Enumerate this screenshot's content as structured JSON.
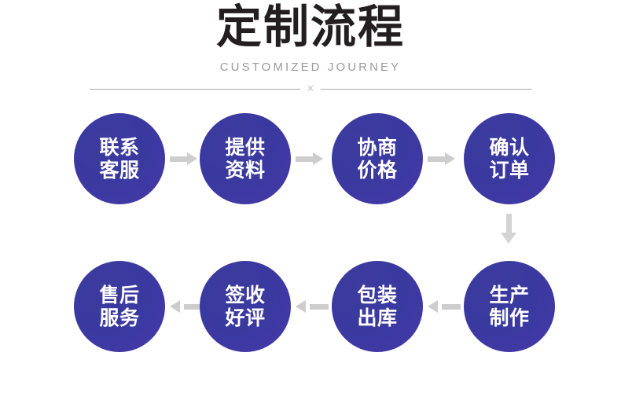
{
  "header": {
    "title": "定制流程",
    "subtitle": "CUSTOMIZED JOURNEY",
    "divider_mark": "×"
  },
  "colors": {
    "node_fill": "#3b3a9f",
    "node_fill_light": "#4b3fa8",
    "node_text": "#ffffff",
    "arrow": "#cdcdcd",
    "arrow_down": "#d4d4d4",
    "title_text": "#231f20",
    "subtitle_text": "#9a9a9a",
    "divider_line": "#a8a8a8",
    "background": "#ffffff"
  },
  "flow": {
    "row1": {
      "direction": "left-to-right",
      "nodes": [
        {
          "label": "联系\n客服",
          "step": 1
        },
        {
          "label": "提供\n资料",
          "step": 2
        },
        {
          "label": "协商\n价格",
          "step": 3
        },
        {
          "label": "确认\n订单",
          "step": 4
        }
      ],
      "arrows": [
        "right-arrow",
        "right-arrow",
        "right-arrow"
      ]
    },
    "connector": {
      "icon": "down-arrow"
    },
    "row2": {
      "direction": "right-to-left",
      "nodes": [
        {
          "label": "售后\n服务",
          "step": 8
        },
        {
          "label": "签收\n好评",
          "step": 7
        },
        {
          "label": "包装\n出库",
          "step": 6
        },
        {
          "label": "生产\n制作",
          "step": 5
        }
      ],
      "arrows": [
        "left-arrow",
        "left-arrow",
        "left-arrow"
      ]
    }
  }
}
